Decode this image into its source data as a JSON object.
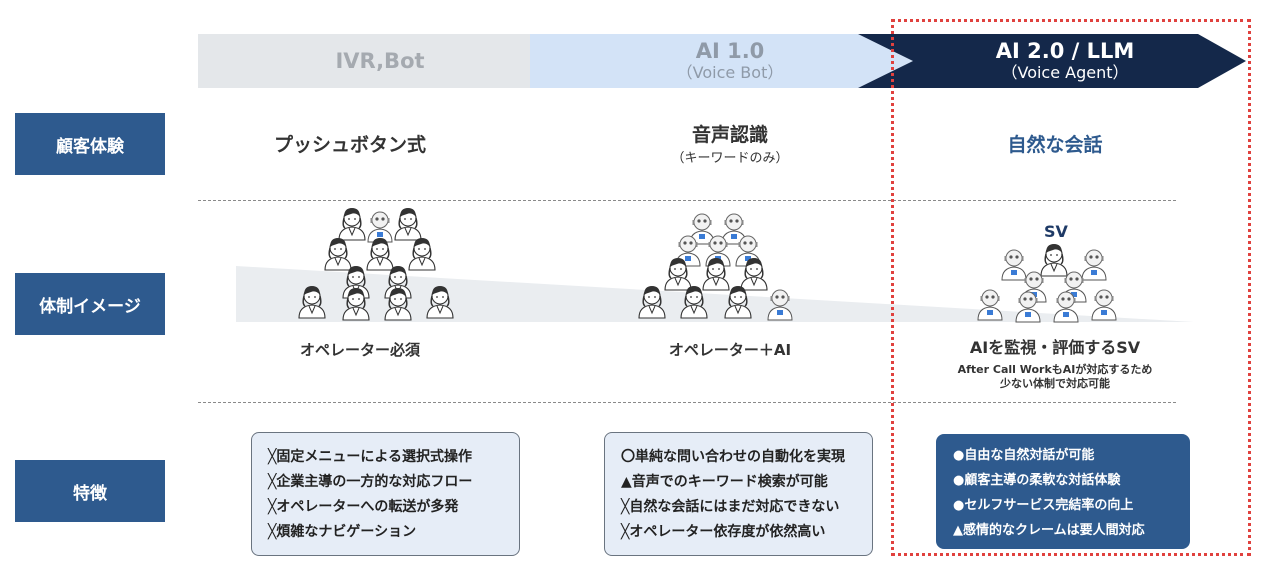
{
  "categories": {
    "experience": "顧客体験",
    "structure": "体制イメージ",
    "features": "特徴"
  },
  "stages": [
    {
      "title": "IVR,Bot",
      "subtitle": ""
    },
    {
      "title": "AI 1.0",
      "subtitle": "（Voice Bot）"
    },
    {
      "title": "AI 2.0 / LLM",
      "subtitle": "（Voice Agent）"
    }
  ],
  "experience": [
    {
      "main": "プッシュボタン式",
      "sub": ""
    },
    {
      "main": "音声認識",
      "sub": "（キーワードのみ）"
    },
    {
      "main": "自然な会話",
      "sub": ""
    }
  ],
  "structure": {
    "label_1": "オペレーター必須",
    "label_2": "オペレーター＋AI",
    "label_3": "AIを監視・評価するSV",
    "note_3_line1": "After Call WorkもAIが対応するため",
    "note_3_line2": "少ない体制で対応可能",
    "sv_label": "SV"
  },
  "features": [
    {
      "items": [
        "╳固定メニューによる選択式操作",
        "╳企業主導の一方的な対応フロー",
        "╳オペレーターへの転送が多発",
        "╳煩雑なナビゲーション"
      ]
    },
    {
      "items": [
        "〇単純な問い合わせの自動化を実現",
        "▲音声でのキーワード検索が可能",
        "╳自然な会話にはまだ対応できない",
        "╳オペレーター依存度が依然高い"
      ]
    },
    {
      "items": [
        "●自由な自然対話が可能",
        "●顧客主導の柔軟な対話体験",
        "●セルフサービス完結率の向上",
        "▲感情的なクレームは要人間対応"
      ]
    }
  ],
  "colors": {
    "category_bg": "#2e5a8e",
    "arrow_1": "#e4e7ea",
    "arrow_2": "#d3e3f7",
    "arrow_3": "#14284a",
    "highlight": "#e0413e",
    "accent_text": "#2e5a8e"
  }
}
